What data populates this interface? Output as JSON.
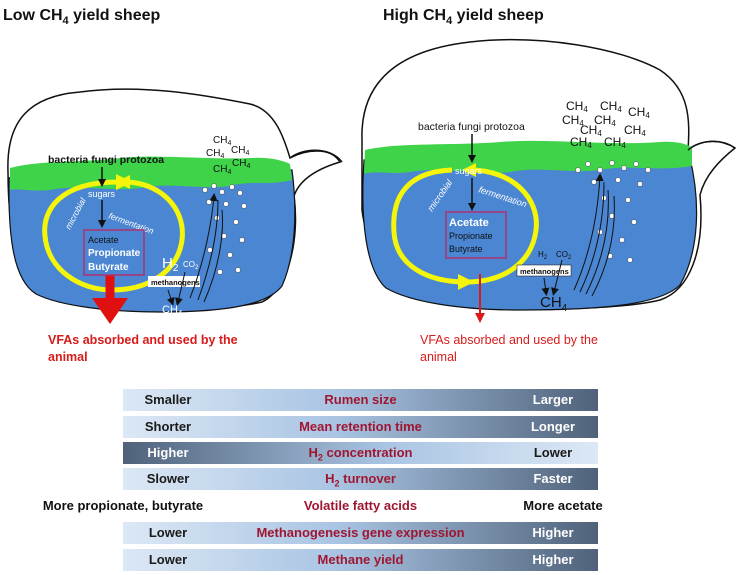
{
  "left_panel": {
    "title_pre": "Low CH",
    "title_sub": "4",
    "title_post": " yield sheep",
    "microbes": "bacteria fungi protozoa",
    "sugars": "sugars",
    "microbial": "microbial",
    "fermentation": "fermentation",
    "vfa_1": "Acetate",
    "vfa_2": "Propionate",
    "vfa_3": "Butyrate",
    "h2": "H",
    "h2_sub": "2",
    "co2": "CO",
    "co2_sub": "2",
    "methanogens": "methanogens",
    "ch4": "CH",
    "ch4_sub": "4",
    "caption_line1": "VFAs absorbed and used by the",
    "caption_line2": "animal"
  },
  "right_panel": {
    "title_pre": "High CH",
    "title_sub": "4",
    "title_post": " yield sheep",
    "microbes": "bacteria fungi protozoa",
    "sugars": "sugars",
    "microbial": "microbial",
    "fermentation": "fermentation",
    "vfa_1": "Acetate",
    "vfa_2": "Propionate",
    "vfa_3": "Butyrate",
    "h2": "H",
    "h2_sub": "2",
    "co2": "CO",
    "co2_sub": "2",
    "methanogens": "methanogens",
    "ch4": "CH",
    "ch4_sub": "4",
    "caption_line1": "VFAs absorbed and used by the",
    "caption_line2": "animal"
  },
  "comparison": {
    "rows": [
      {
        "left": "Smaller",
        "middle": "Rumen size",
        "middle_sub": "",
        "middle_post": "",
        "right": "Larger",
        "gradient": "light-to-dark"
      },
      {
        "left": "Shorter",
        "middle": "Mean retention time",
        "middle_sub": "",
        "middle_post": "",
        "right": "Longer",
        "gradient": "light-to-dark"
      },
      {
        "left": "Higher",
        "middle": "H",
        "middle_sub": "2",
        "middle_post": " concentration",
        "right": "Lower",
        "gradient": "dark-to-light"
      },
      {
        "left": "Slower",
        "middle": "H",
        "middle_sub": "2",
        "middle_post": " turnover",
        "right": "Faster",
        "gradient": "light-to-dark"
      },
      {
        "left": "More propionate, butyrate",
        "middle": "Volatile fatty acids",
        "middle_sub": "",
        "middle_post": "",
        "right": "More acetate",
        "gradient": "none"
      },
      {
        "left": "Lower",
        "middle": "Methanogenesis gene expression",
        "middle_sub": "",
        "middle_post": "",
        "right": "Higher",
        "gradient": "light-to-dark"
      },
      {
        "left": "Lower",
        "middle": "Methane yield",
        "middle_sub": "",
        "middle_post": "",
        "right": "Higher",
        "gradient": "light-to-dark"
      }
    ]
  },
  "colors": {
    "rumen_blue": "#4a86d2",
    "ingesta_green": "#3fd34a",
    "cycle_yellow": "#f5f50a",
    "vfa_box_border": "#b03070",
    "arrow_red": "#e01010",
    "caption_red": "#d81a1a",
    "row_label_red": "#a01631"
  }
}
